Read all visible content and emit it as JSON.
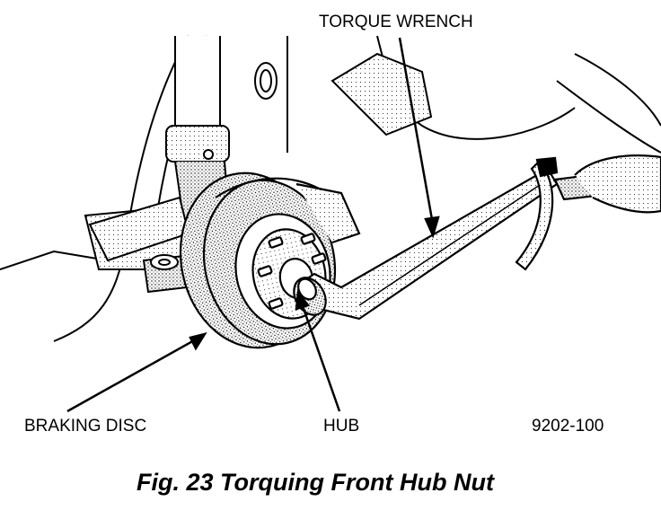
{
  "labels": {
    "torque_wrench": "TORQUE WRENCH",
    "braking_disc": "BRAKING DISC",
    "hub": "HUB",
    "figure_code": "9202-100"
  },
  "caption": "Fig. 23 Torquing Front Hub Nut"
}
